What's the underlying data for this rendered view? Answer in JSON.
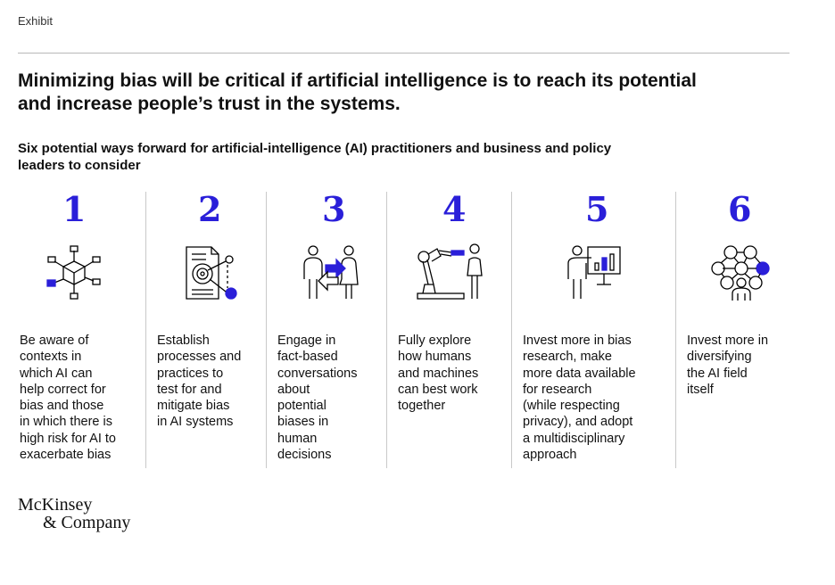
{
  "header": {
    "label": "Exhibit",
    "title_line1": "Minimizing bias will be critical if artificial intelligence is to reach its potential",
    "title_line2": "and increase people’s trust in the systems.",
    "subtitle_line1": "Six potential ways forward for artificial-intelligence (AI) practitioners and business and policy",
    "subtitle_line2": "leaders to consider"
  },
  "accent_color": "#2a1fd9",
  "items": [
    {
      "number": "1",
      "icon": "network-cube-icon",
      "lines": [
        "Be aware of",
        "contexts in",
        "which AI can",
        "help correct for",
        "bias and those",
        "in which there is",
        "high risk for AI to",
        "exacerbate bias"
      ]
    },
    {
      "number": "2",
      "icon": "document-analysis-icon",
      "lines": [
        "Establish",
        "processes and",
        "practices to",
        "test for and",
        "mitigate bias",
        "in AI systems"
      ]
    },
    {
      "number": "3",
      "icon": "conversation-people-icon",
      "lines": [
        "Engage in",
        "fact-based",
        "conversations",
        "about",
        "potential",
        "biases in",
        "human",
        "decisions"
      ]
    },
    {
      "number": "4",
      "icon": "robot-arm-human-icon",
      "lines": [
        "Fully explore",
        "how humans",
        "and machines",
        "can best work",
        "together"
      ]
    },
    {
      "number": "5",
      "icon": "presenter-chart-icon",
      "lines": [
        "Invest more in bias",
        "research, make",
        "more data available",
        "for research",
        "(while respecting",
        "privacy), and adopt",
        "a multidisciplinary",
        "approach"
      ]
    },
    {
      "number": "6",
      "icon": "diverse-network-icon",
      "lines": [
        "Invest more in",
        "diversifying",
        "the AI field",
        "itself"
      ]
    }
  ],
  "footer": {
    "logo_line1": "McKinsey",
    "logo_line2": "& Company"
  }
}
